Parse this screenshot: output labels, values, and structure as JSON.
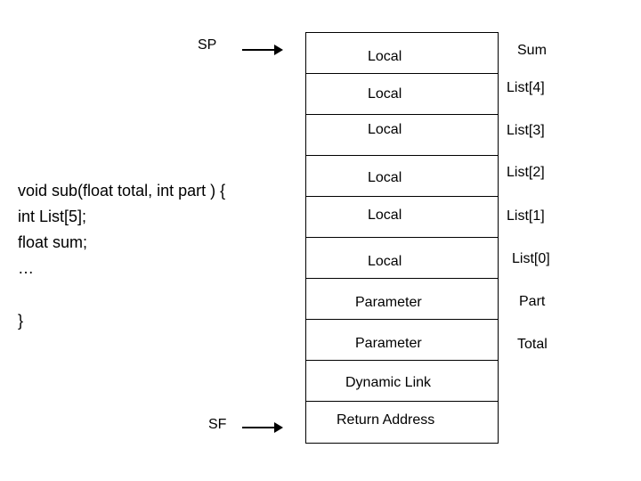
{
  "code": {
    "lines": [
      "void sub(float total, int part ) {",
      "int List[5];",
      "float sum;",
      "…"
    ],
    "closing": "}"
  },
  "pointers": {
    "sp": "SP",
    "sf": "SF"
  },
  "stack": [
    {
      "cell": "Local",
      "side": "Sum"
    },
    {
      "cell": "Local",
      "side": "List[4]"
    },
    {
      "cell": "Local",
      "side": "List[3]"
    },
    {
      "cell": "Local",
      "side": "List[2]"
    },
    {
      "cell": "Local",
      "side": "List[1]"
    },
    {
      "cell": "Local",
      "side": "List[0]"
    },
    {
      "cell": "Parameter",
      "side": "Part"
    },
    {
      "cell": "Parameter",
      "side": "Total"
    },
    {
      "cell": "Dynamic Link",
      "side": ""
    },
    {
      "cell": "Return Address",
      "side": ""
    }
  ]
}
